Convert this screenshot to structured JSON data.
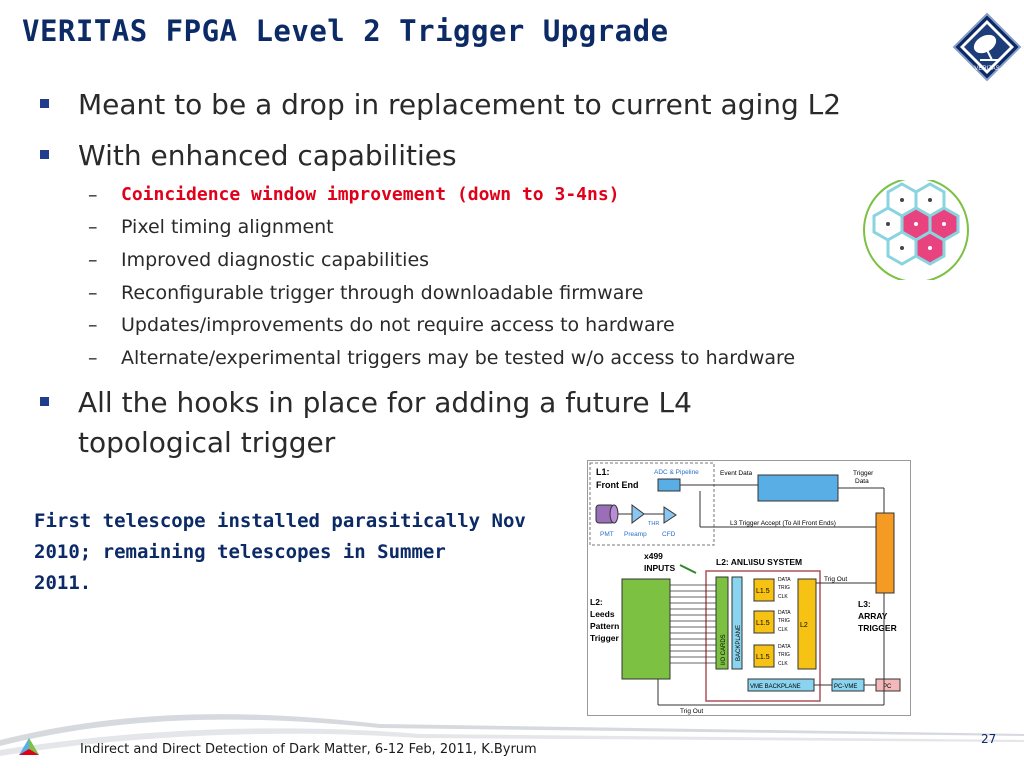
{
  "slide": {
    "title": "VERITAS FPGA Level 2 Trigger Upgrade",
    "logo_text": "VERITAS",
    "bullets": [
      "Meant to be a drop in replacement to current aging L2",
      "With enhanced capabilities",
      "All the hooks in place for adding a future L4",
      "topological trigger"
    ],
    "sub_bullets": [
      "Coincidence window improvement (down to 3-4ns)",
      "Pixel timing alignment",
      "Improved diagnostic capabilities",
      "Reconfigurable trigger through downloadable firmware",
      "Updates/improvements do not require access to hardware",
      "Alternate/experimental triggers may be tested w/o access to hardware"
    ],
    "dash": "–",
    "note_lines": [
      "First telescope installed parasitically Nov",
      "2010; remaining telescopes in Summer",
      "2011."
    ],
    "footer": "Indirect and Direct Detection of Dark Matter, 6-12 Feb, 2011, K.Byrum",
    "page_number": "27"
  },
  "diagram": {
    "l1_title": "L1:",
    "l1_sub": "Front End",
    "adc": "ADC & Pipeline",
    "event_data": "Event Data",
    "trigger_data_1": "Trigger",
    "trigger_data_2": "Data",
    "l3_accept": "L3 Trigger Accept (To All Front Ends)",
    "pmt": "PMT",
    "preamp": "Preamp",
    "cfd": "CFD",
    "thr": "THR",
    "x499": "x499",
    "inputs": "INPUTS",
    "l2_system": "L2: ANL\\ISU SYSTEM",
    "trig_out_top": "Trig Out",
    "l2_leeds_1": "L2:",
    "l2_leeds_2": "Leeds",
    "l2_leeds_3": "Pattern",
    "l2_leeds_4": "Trigger",
    "io_cards": "I/O CARDS",
    "backplane": "BACKPLANE",
    "l15": "L1.5",
    "l2": "L2",
    "data": "DATA",
    "trig": "TRIG",
    "clk": "CLK",
    "l3_1": "L3:",
    "l3_2": "ARRAY",
    "l3_3": "TRIGGER",
    "vme_backplane": "VME BACKPLANE",
    "pcvme": "PC-VME",
    "pc": "PC",
    "trig_out_bottom": "Trig Out"
  },
  "colors": {
    "title": "#0b2a66",
    "highlight": "#e0001a",
    "bullet_marker": "#1f3d8a",
    "hex_pink": "#e8437f",
    "diagram_orange": "#f59a23",
    "diagram_yellow": "#f6c315",
    "diagram_green": "#7cc142",
    "diagram_blue": "#5aaee6"
  }
}
